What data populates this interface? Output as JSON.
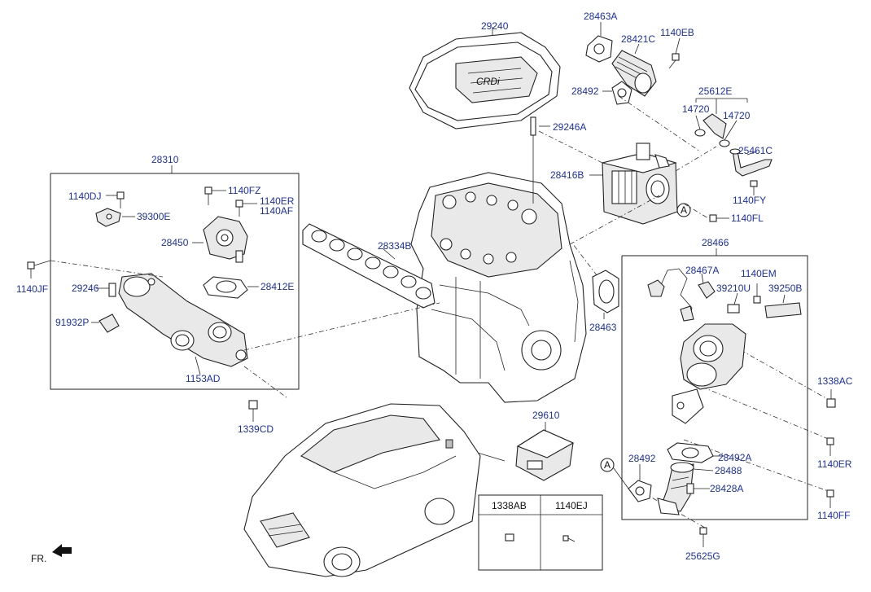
{
  "diagram": {
    "callouts": {
      "c29240": "29240",
      "c28463A": "28463A",
      "c28421C": "28421C",
      "c1140EB": "1140EB",
      "c28492a": "28492",
      "c25612E": "25612E",
      "c14720a": "14720",
      "c14720b": "14720",
      "c29246A": "29246A",
      "c25461C": "25461C",
      "c28416B": "28416B",
      "c1140FY": "1140FY",
      "cA1": "A",
      "c1140FL": "1140FL",
      "c28310": "28310",
      "c1140FZ": "1140FZ",
      "c1140DJ": "1140DJ",
      "c1140ER1": "1140ER",
      "c1140AF": "1140AF",
      "c39300E": "39300E",
      "c28450": "28450",
      "c28334B": "28334B",
      "c1140JF": "1140JF",
      "c29246": "29246",
      "c28412E": "28412E",
      "c91932P": "91932P",
      "c1153AD": "1153AD",
      "c1339CD": "1339CD",
      "c28466": "28466",
      "c28467A": "28467A",
      "c1140EM": "1140EM",
      "c39210U": "39210U",
      "c39250B": "39250B",
      "c28463": "28463",
      "c1338AC": "1338AC",
      "c29610": "29610",
      "c28492A": "28492A",
      "c28492b": "28492",
      "c28488": "28488",
      "cA2": "A",
      "c28428A": "28428A",
      "c1140ER2": "1140ER",
      "c1140FF": "1140FF",
      "c25625G": "25625G"
    },
    "table": {
      "h1": "1338AB",
      "h2": "1140EJ"
    },
    "fr_label": "FR."
  }
}
